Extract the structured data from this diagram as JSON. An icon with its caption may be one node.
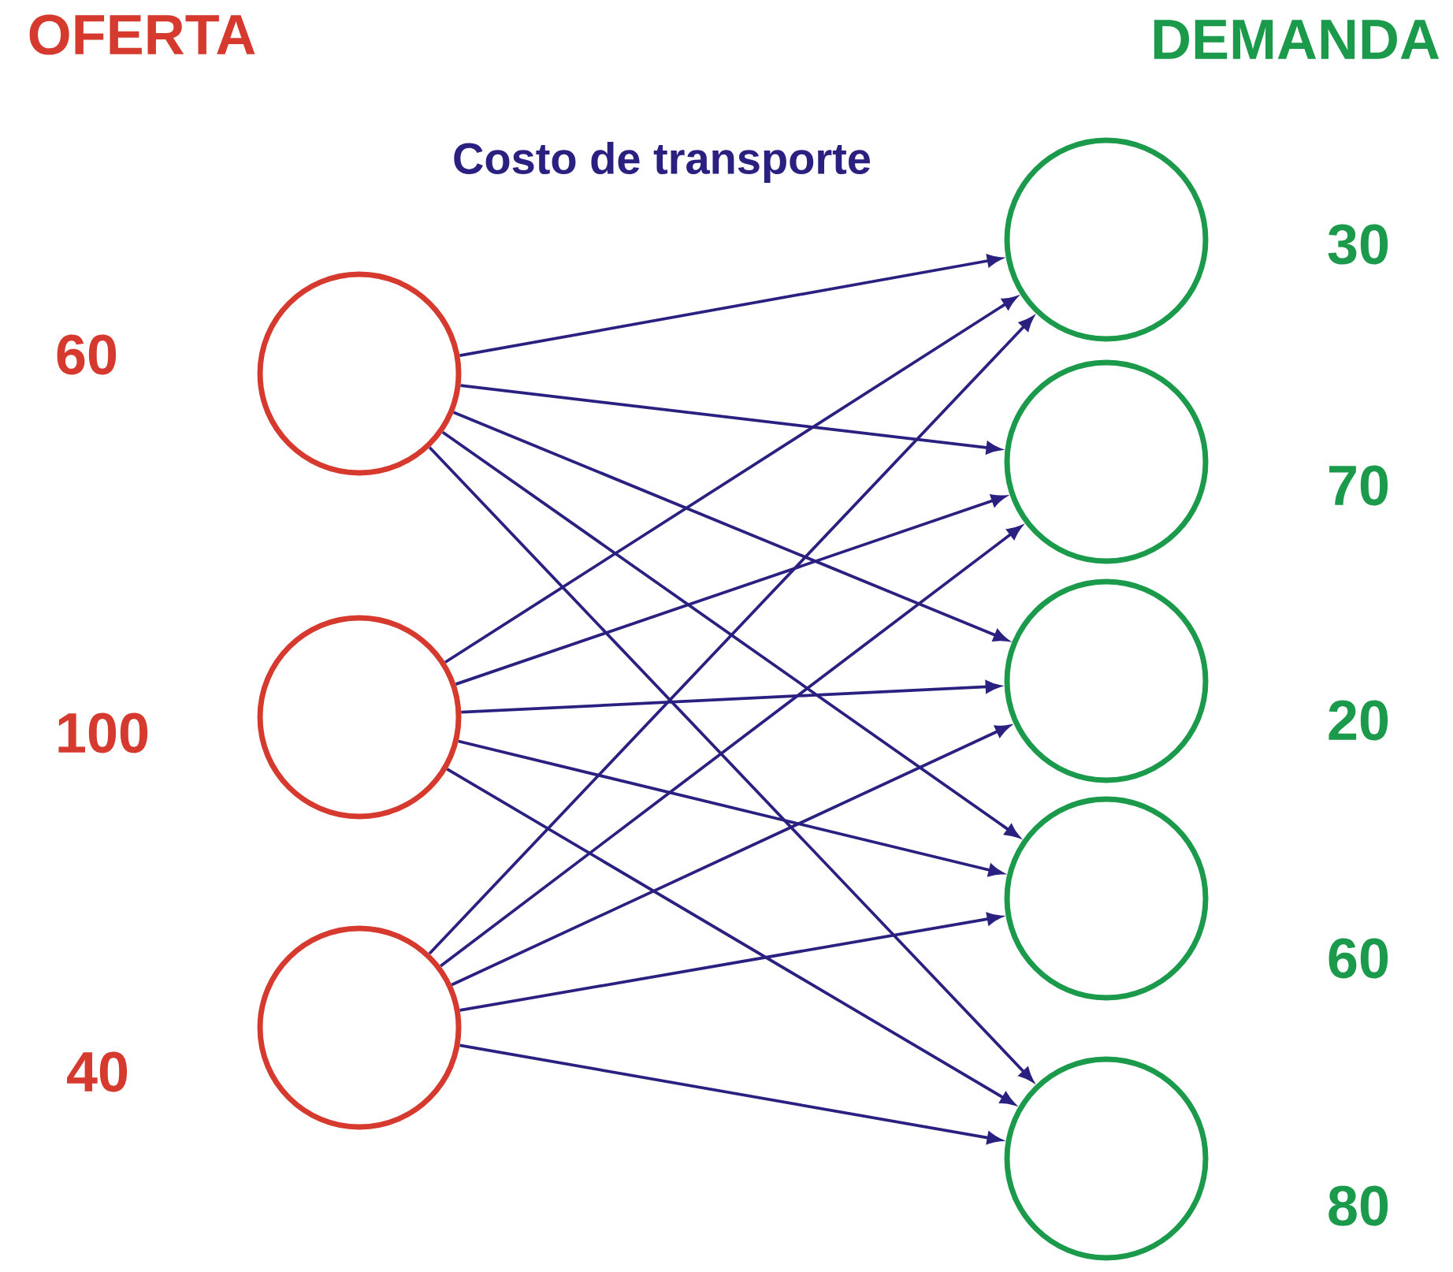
{
  "diagram": {
    "nodes": [
      {
        "text": [],
        "shape": "circle",
        "beside": [
          "60"
        ]
      },
      {
        "text": [],
        "shape": "circle",
        "beside": [
          "100"
        ]
      },
      {
        "text": [],
        "shape": "circle",
        "beside": [
          "40"
        ]
      },
      {
        "text": [],
        "shape": "circle",
        "beside": [
          "30"
        ]
      },
      {
        "text": [],
        "shape": "circle",
        "beside": [
          "70"
        ]
      },
      {
        "text": [],
        "shape": "circle",
        "beside": [
          "20"
        ]
      },
      {
        "text": [],
        "shape": "circle",
        "beside": [
          "60"
        ]
      },
      {
        "text": [],
        "shape": "circle",
        "beside": [
          "80"
        ]
      }
    ],
    "edges": [
      {
        "from": 0,
        "to": 3,
        "arrow": "to"
      },
      {
        "from": 0,
        "to": 4,
        "arrow": "to"
      },
      {
        "from": 0,
        "to": 5,
        "arrow": "to"
      },
      {
        "from": 0,
        "to": 6,
        "arrow": "to"
      },
      {
        "from": 0,
        "to": 7,
        "arrow": "to"
      },
      {
        "from": 1,
        "to": 3,
        "arrow": "to"
      },
      {
        "from": 1,
        "to": 4,
        "arrow": "to"
      },
      {
        "from": 1,
        "to": 5,
        "arrow": "to"
      },
      {
        "from": 1,
        "to": 6,
        "arrow": "to"
      },
      {
        "from": 1,
        "to": 7,
        "arrow": "to"
      },
      {
        "from": 2,
        "to": 3,
        "arrow": "to"
      },
      {
        "from": 2,
        "to": 4,
        "arrow": "to"
      },
      {
        "from": 2,
        "to": 5,
        "arrow": "to"
      },
      {
        "from": 2,
        "to": 6,
        "arrow": "to"
      },
      {
        "from": 2,
        "to": 7,
        "arrow": "to"
      }
    ],
    "labels": [
      "OFERTA",
      "DEMANDA",
      "Costo de transporte"
    ]
  }
}
